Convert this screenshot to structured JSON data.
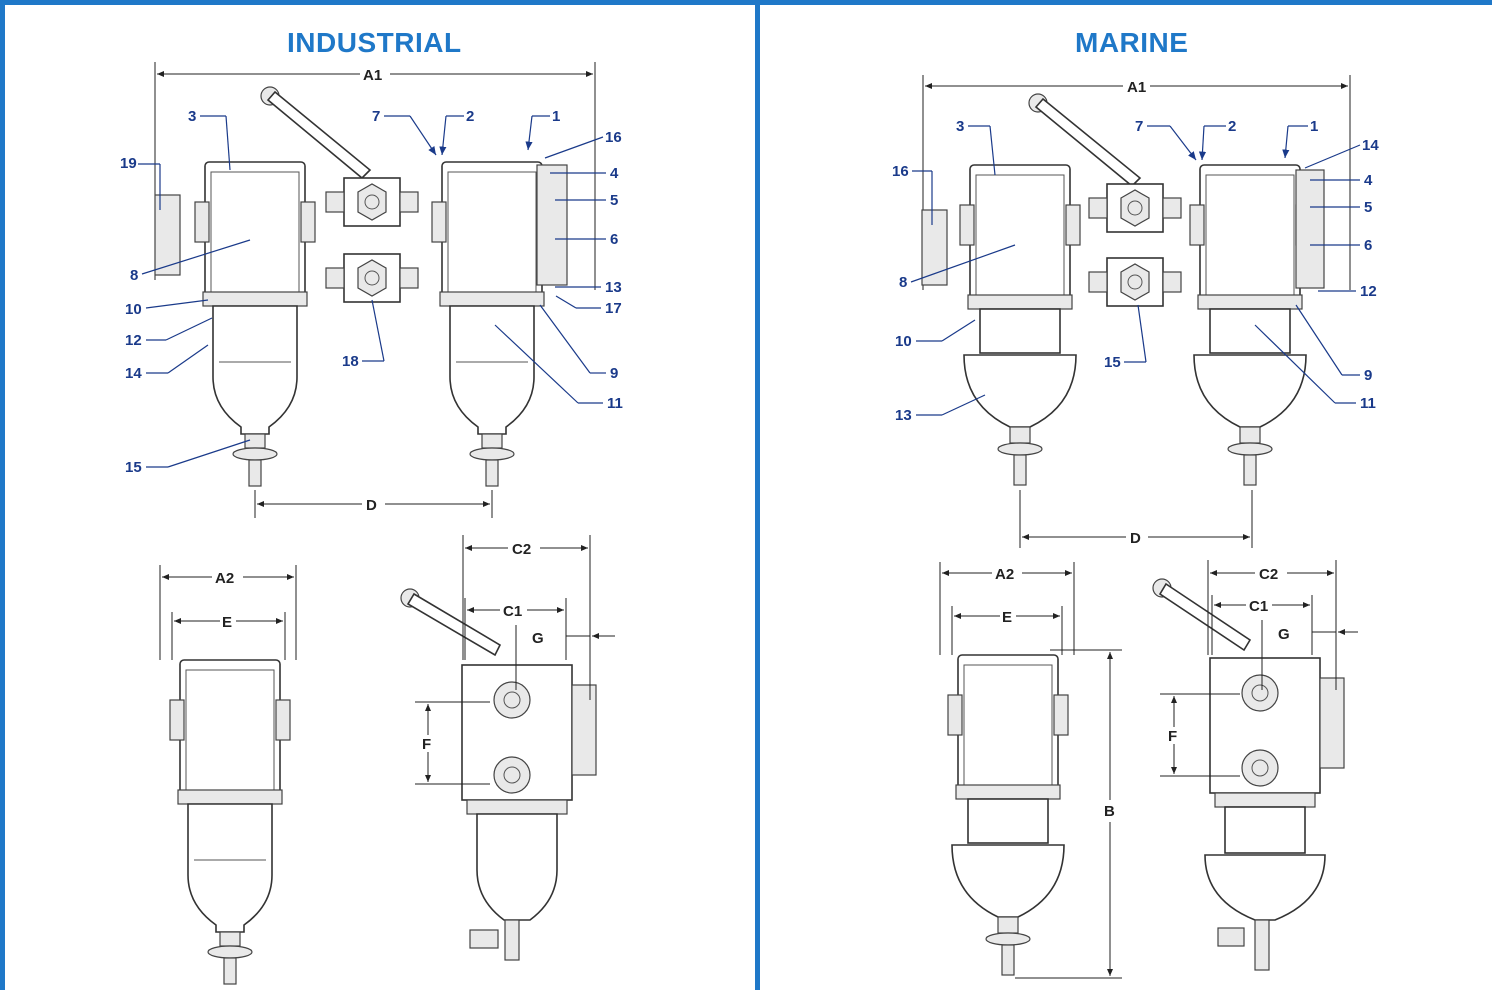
{
  "panels": {
    "industrial": {
      "title": "INDUSTRIAL",
      "callouts": [
        "19",
        "3",
        "7",
        "2",
        "1",
        "16",
        "4",
        "5",
        "6",
        "13",
        "17",
        "9",
        "11",
        "8",
        "10",
        "12",
        "14",
        "18",
        "15"
      ],
      "dims": {
        "a1": "A1",
        "d": "D",
        "a2": "A2",
        "e": "E",
        "c1": "C1",
        "c2": "C2",
        "g": "G",
        "f": "F"
      }
    },
    "marine": {
      "title": "MARINE",
      "callouts": [
        "16",
        "3",
        "7",
        "2",
        "1",
        "14",
        "4",
        "5",
        "6",
        "12",
        "9",
        "11",
        "8",
        "10",
        "15",
        "13"
      ],
      "dims": {
        "a1": "A1",
        "d": "D",
        "a2": "A2",
        "e": "E",
        "c1": "C1",
        "c2": "C2",
        "g": "G",
        "f": "F",
        "b": "B"
      }
    }
  },
  "colors": {
    "accent": "#1f78c8",
    "callout": "#1a3a8a"
  }
}
